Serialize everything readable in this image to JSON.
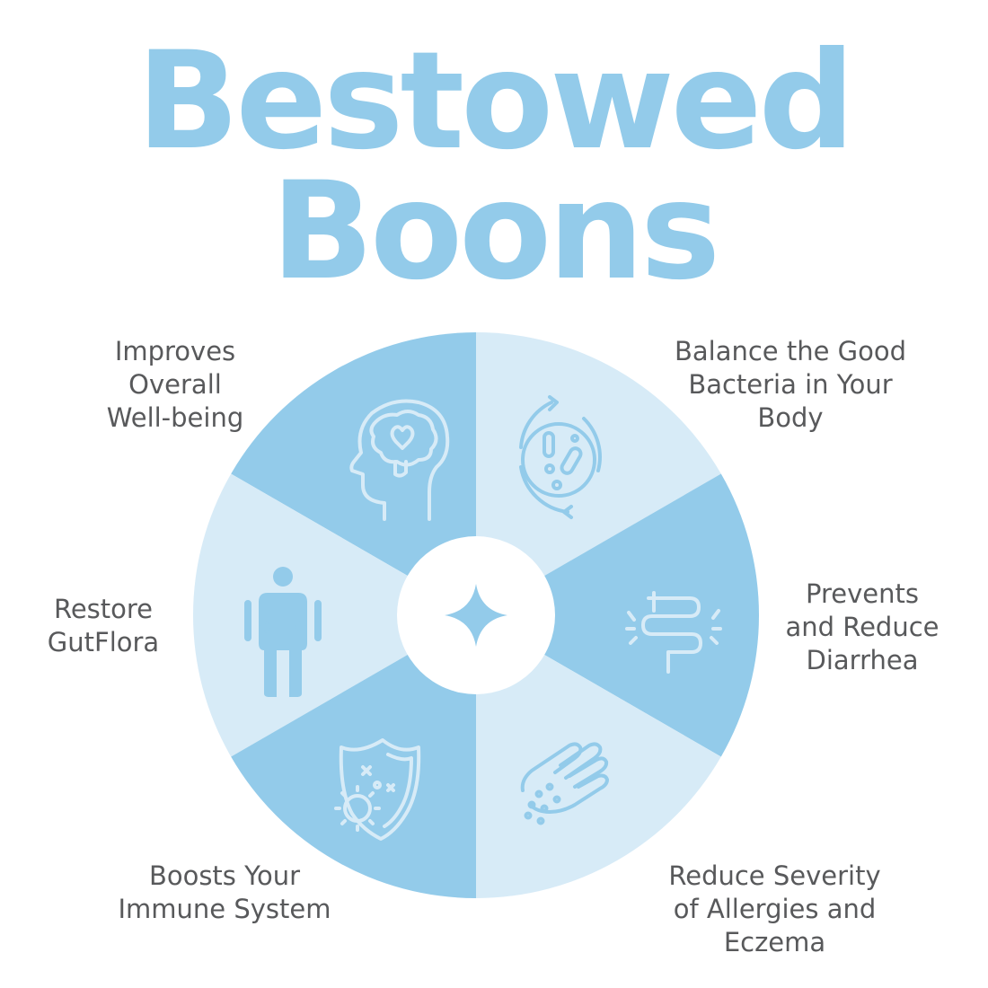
{
  "title": {
    "line1": "Bestowed",
    "line2": "Boons",
    "color": "#93cbea"
  },
  "colors": {
    "segment_dark": "#93cbea",
    "segment_light": "#d7ebf7",
    "icon_dark": "#d7ebf7",
    "icon_light": "#93cbea",
    "center": "#ffffff",
    "star": "#93cbea",
    "label_text": "#58595b"
  },
  "center_icon": "sparkle-icon",
  "segments": [
    {
      "label": "Improves\nOverall\nWell-being",
      "icon": "brain-heart-icon",
      "shade": "dark"
    },
    {
      "label": "Balance the Good\nBacteria in Your\nBody",
      "icon": "bacteria-cycle-icon",
      "shade": "light"
    },
    {
      "label": "Prevents\nand Reduce\nDiarrhea",
      "icon": "intestine-icon",
      "shade": "dark"
    },
    {
      "label": "Restore\nGutFlora",
      "icon": "human-body-icon",
      "shade": "light"
    },
    {
      "label": "Boosts Your\nImmune System",
      "icon": "shield-virus-icon",
      "shade": "dark"
    },
    {
      "label": "Reduce Severity\nof Allergies and\nEczema",
      "icon": "hand-allergy-icon",
      "shade": "light"
    }
  ]
}
